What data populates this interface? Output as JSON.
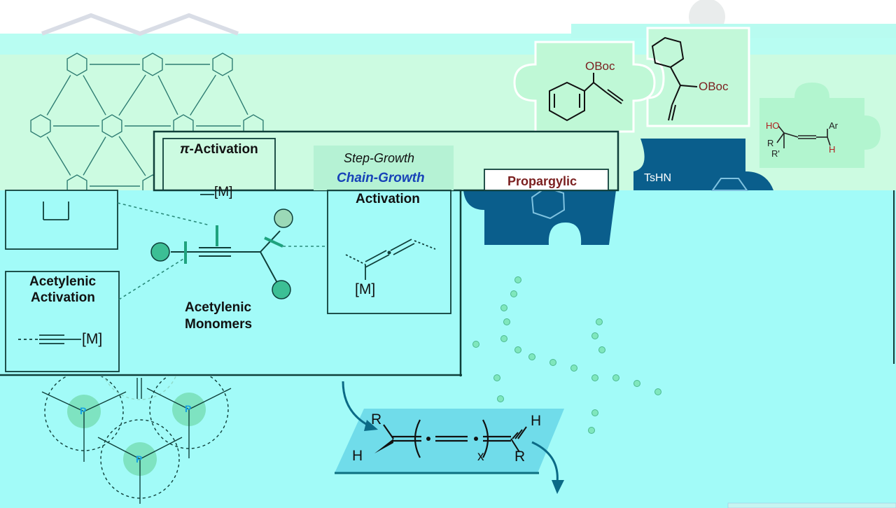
{
  "colors": {
    "cyan_bg": "#a2fbf8",
    "mint_bg": "#ccfbe1",
    "puzzle_blue": "#0a5e8c",
    "dark_teal": "#0f3f3a",
    "monomer_circle": "#3cbf95",
    "chain_growth_blue": "#1742b8",
    "boc_red": "#7a1f1f",
    "phosphorus_blue": "#18a2e0"
  },
  "panel": {
    "title_mode_1": "Step-Growth",
    "title_mode_2": "Chain-Growth",
    "pi_activation_title_symbol": "π",
    "pi_activation_title_rest": "-Activation",
    "pi_metal_label": "[M]",
    "propargylic_title_line1": "Propargylic",
    "propargylic_title_line2": "Activation",
    "propargylic_metal_label": "[M]",
    "acetylenic_title_line1": "Acetylenic",
    "acetylenic_title_line2": "Activation",
    "acetylenic_metal_label": "[M]",
    "center_label_line1": "Acetylenic",
    "center_label_line2": "Monomers"
  },
  "puzzle": {
    "monomer1_group": "OBoc",
    "monomer2_group": "OBoc",
    "alkynol_oh": "HO",
    "alkynol_r": "R",
    "alkynol_r_prime": "R'",
    "alkynol_ar": "Ar",
    "alkynol_h": "H",
    "sulfonyl_hydrazide": "TsHN"
  },
  "network": {
    "phosphorus_label": "P"
  },
  "polymer": {
    "r_top": "R",
    "h_bottom": "H",
    "h_top": "H",
    "r_bottom": "R",
    "repeat_subscript": "x"
  }
}
